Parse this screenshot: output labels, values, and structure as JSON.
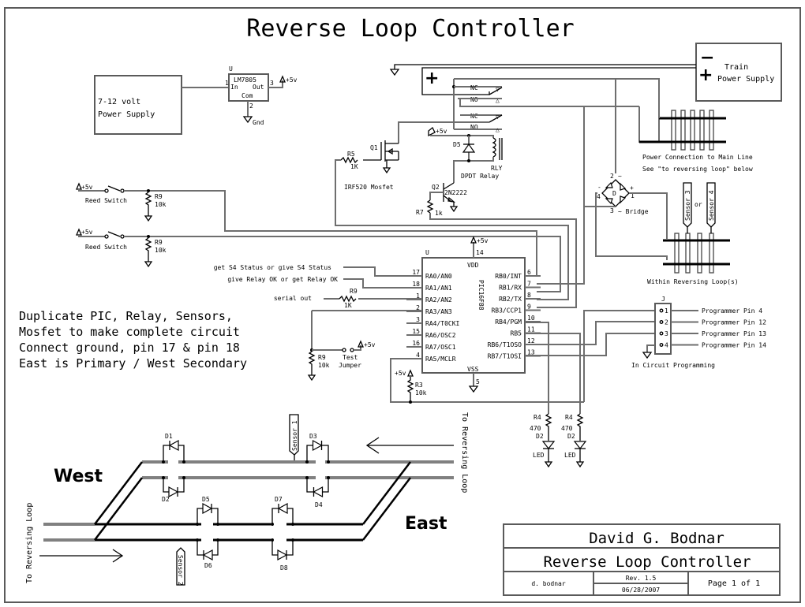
{
  "title": "Reverse Loop Controller",
  "regulator": {
    "ref": "U",
    "part": "LM7805",
    "pin_in_label": "In",
    "pin_out_label": "Out",
    "pin_com_label": "Com",
    "pin_in": "1",
    "pin_out": "3",
    "pin_com": "2",
    "out_label": "+5v",
    "gnd_label": "Gnd"
  },
  "power_supply": {
    "line1": "7-12 volt",
    "line2": "Power Supply"
  },
  "train_supply": {
    "minus": "−",
    "plus": "+",
    "line1": "Train",
    "line2": "Power Supply"
  },
  "relay_plus": "+",
  "relay": {
    "nc1": "NC",
    "no1": "NO",
    "nc2": "NC",
    "no2": "NO",
    "ref": "RLY",
    "name": "DPDT Relay",
    "d5": "D5",
    "vcc": "+5v"
  },
  "mosfet": {
    "ref": "Q1",
    "label": "IRF520 Mosfet",
    "r5": "R5",
    "r5_val": "1K"
  },
  "transistor": {
    "ref": "Q2",
    "part": "2N2222",
    "r7": "R7",
    "r7_val": "1k"
  },
  "main_line": {
    "line1": "Power Connection to Main Line",
    "line2": "See \"to reversing loop\" below"
  },
  "bridge": {
    "ref": "D",
    "label": "~ Bridge",
    "pin1": "1",
    "pin2": "2",
    "pin3": "3",
    "pin4": "4",
    "plus": "+",
    "minus": "-",
    "tilde": "~"
  },
  "sensors_loop": {
    "s3": "Sensor 3",
    "or": "or",
    "s4": "Sensor 4",
    "caption": "Within Reversing Loop(s)"
  },
  "reed": [
    {
      "vcc": "+5v",
      "label": "Reed Switch",
      "r": "R9",
      "val": "10k"
    },
    {
      "vcc": "+5v",
      "label": "Reed Switch",
      "r": "R9",
      "val": "10k"
    }
  ],
  "pic": {
    "ref": "U",
    "part": "PIC16F88",
    "vdd": "VDD",
    "vss": "VSS",
    "vdd_pin": "14",
    "vss_pin": "5",
    "vcc": "+5v",
    "left_pins": [
      {
        "num": "17",
        "name": "RA0/AN0"
      },
      {
        "num": "18",
        "name": "RA1/AN1"
      },
      {
        "num": "1",
        "name": "RA2/AN2"
      },
      {
        "num": "2",
        "name": "RA3/AN3"
      },
      {
        "num": "3",
        "name": "RA4/T0CKI"
      },
      {
        "num": "15",
        "name": "RA6/OSC2"
      },
      {
        "num": "16",
        "name": "RA7/OSC1"
      },
      {
        "num": "4",
        "name": "RA5/MCLR"
      }
    ],
    "right_pins": [
      {
        "num": "6",
        "name": "RB0/INT"
      },
      {
        "num": "7",
        "name": "RB1/RX"
      },
      {
        "num": "8",
        "name": "RB2/TX"
      },
      {
        "num": "9",
        "name": "RB3/CCP1"
      },
      {
        "num": "10",
        "name": "RB4/PGM"
      },
      {
        "num": "11",
        "name": "RB5"
      },
      {
        "num": "12",
        "name": "RB6/T1OSO"
      },
      {
        "num": "13",
        "name": "RB7/T1OSI"
      }
    ]
  },
  "signals": {
    "s4": "get S4 Status or give S4 Status",
    "relay": "give Relay OK or get Relay OK",
    "serial": "serial out",
    "r9": "R9",
    "r9_val": "1K"
  },
  "jumper": {
    "r": "R9",
    "val": "10k",
    "line1": "Test",
    "line2": "Jumper",
    "vcc": "+5v"
  },
  "mclr": {
    "vcc": "+5v",
    "r": "R3",
    "val": "10k"
  },
  "icsp": {
    "ref": "J",
    "caption": "In Circuit Programming",
    "pins": [
      {
        "num": "1",
        "label": "Programmer Pin 4"
      },
      {
        "num": "2",
        "label": "Programmer Pin 12"
      },
      {
        "num": "3",
        "label": "Programmer Pin 13"
      },
      {
        "num": "4",
        "label": "Programmer Pin 14"
      }
    ]
  },
  "leds": [
    {
      "r": "R4",
      "val": "470",
      "d": "D2",
      "label": "LED"
    },
    {
      "r": "R4",
      "val": "470",
      "d": "D2",
      "label": "LED"
    }
  ],
  "notes": [
    "Duplicate PIC, Relay, Sensors,",
    "Mosfet to make complete circuit",
    "Connect ground, pin 17 & pin 18",
    "East is Primary / West Secondary"
  ],
  "track": {
    "west": "West",
    "east": "East",
    "to_loop_left": "To Reversing Loop",
    "to_loop_right": "To Reversing Loop",
    "sensor1": "Sensor 1",
    "sensor2": "Sensor 2",
    "diodes": [
      "D1",
      "D2",
      "D3",
      "D4",
      "D5",
      "D6",
      "D7",
      "D8"
    ]
  },
  "title_block": {
    "author": "David G. Bodnar",
    "title": "Reverse Loop Controller",
    "drawn_by": "d. bodnar",
    "rev": "Rev. 1.5",
    "date": "06/28/2007",
    "page": "Page 1 of 1"
  }
}
